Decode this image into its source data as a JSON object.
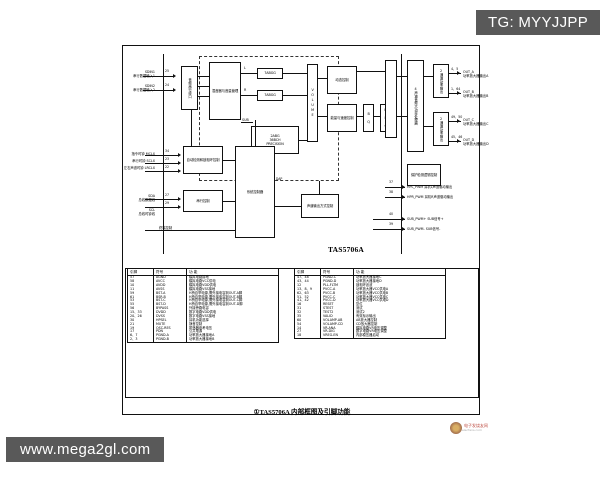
{
  "watermarks": {
    "top": "TG: MYYJJPP",
    "bottom": "www.mega2gl.com"
  },
  "stamp": {
    "line1": "电子发烧友网",
    "line2": "elecfans.com"
  },
  "caption": "①TAS5706A 内部框图及引脚功能",
  "chip_name": "TAS5706A",
  "diagram": {
    "dap_note": "υ DAP",
    "inputs_left": [
      {
        "pin": "25",
        "sig": "SDIN1",
        "desc": "串行数据输入1"
      },
      {
        "pin": "24",
        "sig": "SDIN2",
        "desc": "串行数据输入2"
      },
      {
        "pin": "34",
        "sig": "MCLX",
        "desc": "指令时钟 MCLX"
      },
      {
        "pin": "23",
        "sig": "SCLX",
        "desc": "串行时钟 SCLX"
      },
      {
        "pin": "22",
        "sig": "LRCLX",
        "desc": "左右声道时钟 LRCLX"
      },
      {
        "pin": "27",
        "sig": "SDA",
        "desc": "总线数据线"
      },
      {
        "pin": "29",
        "sig": "SCL",
        "desc": "总线时钟线"
      }
    ],
    "blocks": [
      {
        "id": "audio-serial-port",
        "label": "音频串行接口"
      },
      {
        "id": "mixer-volume-mgmt",
        "label": "混音器与音量管理"
      },
      {
        "id": "eq-7band-1",
        "label": "7ABGG"
      },
      {
        "id": "eq-7band-2",
        "label": "7ABGG"
      },
      {
        "id": "precision-dac",
        "label": "2ABG\n36BCH\nPRECISION"
      },
      {
        "id": "volume",
        "label": "VOLUME"
      },
      {
        "id": "dynamic-ctrl",
        "label": "动态控制"
      },
      {
        "id": "energy-speed-ctrl",
        "label": "能量与速度控制"
      },
      {
        "id": "bq",
        "label": "B Q"
      },
      {
        "id": "drc",
        "label": "D R C"
      },
      {
        "id": "pwm4ch-processor",
        "label": "4声道音频大功率处理器"
      },
      {
        "id": "pwm-out-ab",
        "label": "2通道功率输出"
      },
      {
        "id": "pwm-out-cd",
        "label": "2通道功率输出"
      },
      {
        "id": "auto-detect-pll",
        "label": "自动检测和锁相环控制"
      },
      {
        "id": "serial-control",
        "label": "串行控制"
      },
      {
        "id": "system-controller",
        "label": "系统控制器"
      },
      {
        "id": "channel-mode-ctrl",
        "label": "声道输出方式控制"
      },
      {
        "id": "protect-logic",
        "label": "保护检测逻辑控制"
      }
    ],
    "internal_labels": {
      "ch_l": "L",
      "ch_r": "R",
      "ch_sub": "SUB",
      "terminal_control": "终端控制"
    },
    "outputs_right": [
      {
        "pin": "4、5",
        "sig": "OUT_A",
        "desc": "功率放大器输出A"
      },
      {
        "pin": "1、64",
        "sig": "OUT_B",
        "desc": "功率放大器输出B"
      },
      {
        "pin": "49、50",
        "sig": "OUT_C",
        "desc": "功率放大器输出C"
      },
      {
        "pin": "45、46",
        "sig": "OUT_D",
        "desc": "功率放大器输出D"
      },
      {
        "pin": "37",
        "sig": "HPL_PWM",
        "desc": "耳机L声道驱动输出"
      },
      {
        "pin": "38",
        "sig": "HPR_PWM",
        "desc": "耳机R声道驱动输出"
      },
      {
        "pin": "40",
        "sig": "SUB_PWM+",
        "desc": "SUB信号+"
      },
      {
        "pin": "39",
        "sig": "SUB_PWM-",
        "desc": "SUB信号-"
      }
    ]
  },
  "pin_table": {
    "headers": [
      "引脚",
      "符号",
      "功  能"
    ],
    "left_rows": [
      [
        "57",
        "AGND",
        "模拟电路接地"
      ],
      [
        "58",
        "AVCC",
        "模拟电路VCC供电"
      ],
      [
        "10",
        "AVDD",
        "模拟电路VDD供电"
      ],
      [
        "11",
        "AVSS",
        "模拟电路VSS接地"
      ],
      [
        "59",
        "BST-A",
        "H桥自举电源,需外接电容到OUT-A脚"
      ],
      [
        "61",
        "BSR-B",
        "H桥自举电源,需外接电容到OUT-B脚"
      ],
      [
        "53",
        "BST-C",
        "H桥自举电源,需外接电容到OUT-C脚"
      ],
      [
        "55",
        "BST-D",
        "H桥自举电源,需外接电容到OUT-D脚"
      ],
      [
        "56",
        "BYPASS",
        "外接旁路电容"
      ],
      [
        "15、33",
        "DVDD",
        "数字电路VDD供电"
      ],
      [
        "20、26",
        "DVSS",
        "数字电路VSS接地"
      ],
      [
        "30",
        "HPSEL",
        "耳机功能选择"
      ],
      [
        "21",
        "MUTE",
        "静音控制"
      ],
      [
        "19",
        "OSC-RES",
        "振荡器参考电压"
      ],
      [
        "17",
        "PDN",
        "公共电源"
      ],
      [
        "6、7",
        "PGND-A",
        "功率放大器接地A"
      ],
      [
        "2、3",
        "PGND-B",
        "功率放大器接地B"
      ]
    ],
    "right_rows": [
      [
        "47、48",
        "PGND-C",
        "功率放大器接地C"
      ],
      [
        "43、44",
        "PGND-D",
        "功率放大器接地D"
      ],
      [
        "12",
        "PLL-FLTM",
        "锁相环滤波"
      ],
      [
        "13、8、9",
        "PVCC-A",
        "功率放大器VCC供电A"
      ],
      [
        "62、63",
        "PVCC-B",
        "功率放大器VCC供电B"
      ],
      [
        "51、52",
        "PVCC-C",
        "功率放大器VCC供电C"
      ],
      [
        "41、42",
        "PVCC-D",
        "功率放大器VCC供电D"
      ],
      [
        "16",
        "RESET",
        "复位"
      ],
      [
        "31",
        "STEST",
        "测试"
      ],
      [
        "32",
        "TEST2",
        "测试2"
      ],
      [
        "35",
        "VALID",
        "有效标示输出"
      ],
      [
        "60",
        "VOLAMP-AB",
        "AB放大器控制"
      ],
      [
        "54",
        "VOLAMP-CD",
        "CD放大器控制"
      ],
      [
        "14",
        "VR-ANA",
        "模拟电路VR电压调整"
      ],
      [
        "27",
        "VR-DIG",
        "数字电路VR电压调整"
      ],
      [
        "18",
        "VREG-EN",
        "内部稳压器启动"
      ]
    ]
  }
}
